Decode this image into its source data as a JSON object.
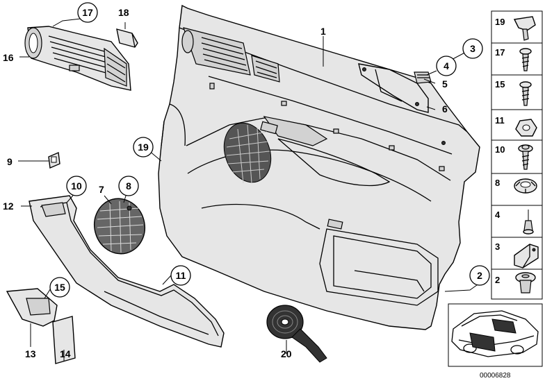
{
  "drawing_number": "00006828",
  "callouts": {
    "c1": "1",
    "c2": "2",
    "c3": "3",
    "c4": "4",
    "c5": "5",
    "c6": "6",
    "c7": "7",
    "c8": "8",
    "c9": "9",
    "c10": "10",
    "c11": "11",
    "c12": "12",
    "c13": "13",
    "c14": "14",
    "c15": "15",
    "c16": "16",
    "c17": "17",
    "c18": "18",
    "c19": "19",
    "c20": "20"
  },
  "side_panel": [
    {
      "label": "19",
      "icon": "clip-icon"
    },
    {
      "label": "17",
      "icon": "screw-icon"
    },
    {
      "label": "15",
      "icon": "screw-icon"
    },
    {
      "label": "11",
      "icon": "nut-icon"
    },
    {
      "label": "10",
      "icon": "washer-screw-icon"
    },
    {
      "label": "8",
      "icon": "grommet-icon"
    },
    {
      "label": "4",
      "icon": "rivet-icon"
    },
    {
      "label": "3",
      "icon": "bracket-icon"
    },
    {
      "label": "2",
      "icon": "expanding-clip-icon"
    }
  ]
}
